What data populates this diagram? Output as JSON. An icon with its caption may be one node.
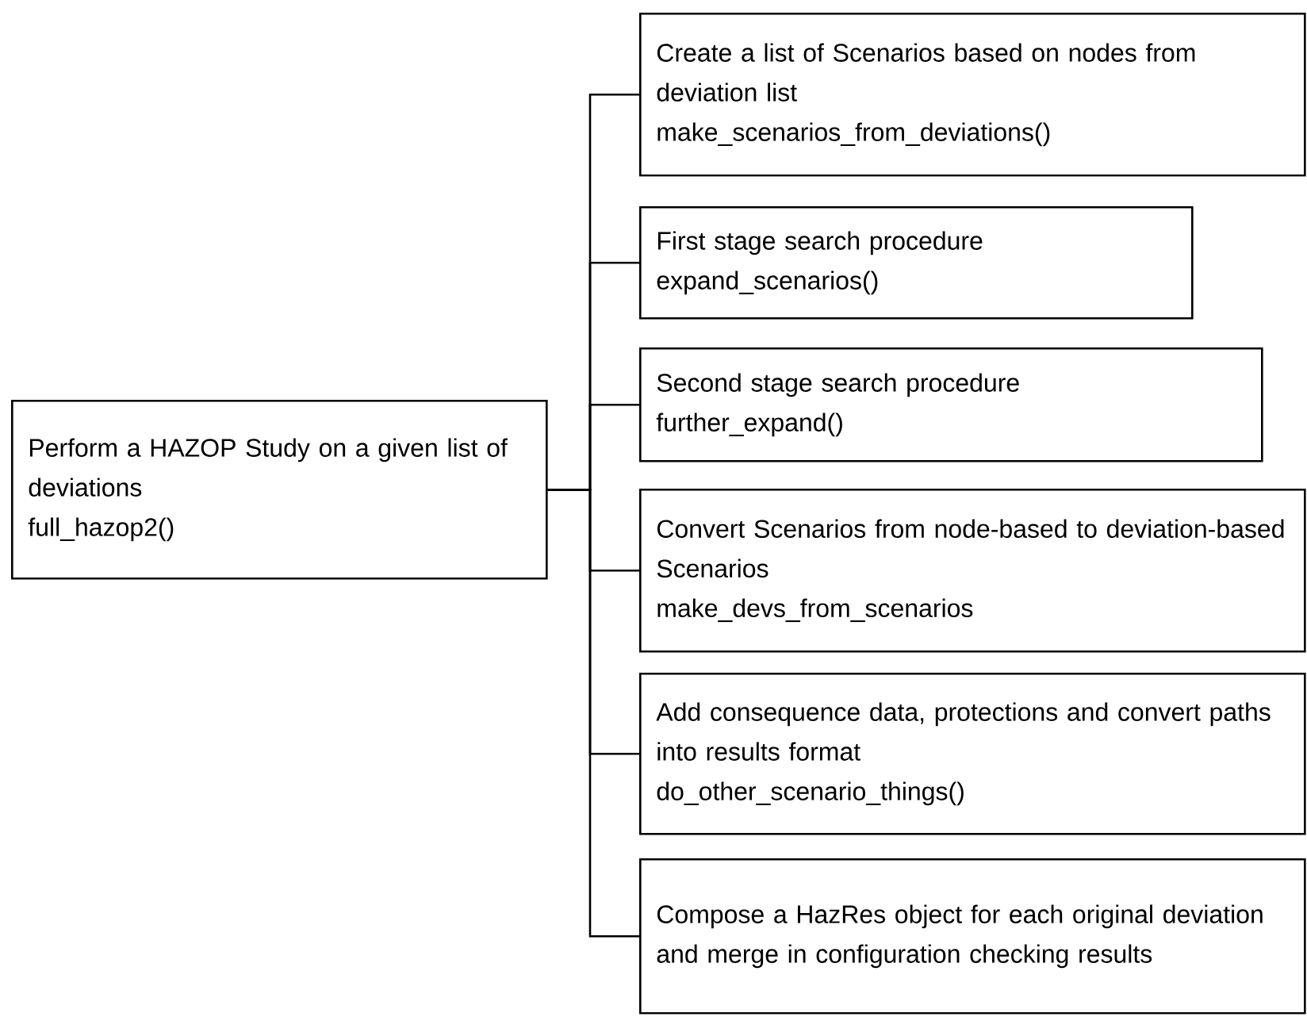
{
  "diagram": {
    "nodes": [
      {
        "text": [
          "Perform a HAZOP Study on a given list of deviations",
          "full_hazop2()"
        ]
      },
      {
        "text": [
          "Create a list of Scenarios based on nodes from deviation list",
          "make_scenarios_from_deviations()"
        ]
      },
      {
        "text": [
          "First stage search procedure",
          "expand_scenarios()"
        ]
      },
      {
        "text": [
          "Second stage search procedure",
          "further_expand()"
        ]
      },
      {
        "text": [
          "Convert Scenarios from node-based to deviation-based Scenarios",
          "make_devs_from_scenarios"
        ]
      },
      {
        "text": [
          "Add consequence data, protections and convert paths into results format",
          "do_other_scenario_things()"
        ]
      },
      {
        "text": [
          "Compose a HazRes object for each original deviation and merge in configuration checking results"
        ]
      }
    ],
    "edges": [
      {
        "from": 0,
        "to": 1,
        "arrow": "none"
      },
      {
        "from": 0,
        "to": 2,
        "arrow": "none"
      },
      {
        "from": 0,
        "to": 3,
        "arrow": "none"
      },
      {
        "from": 0,
        "to": 4,
        "arrow": "none"
      },
      {
        "from": 0,
        "to": 5,
        "arrow": "none"
      },
      {
        "from": 0,
        "to": 6,
        "arrow": "none"
      }
    ]
  }
}
